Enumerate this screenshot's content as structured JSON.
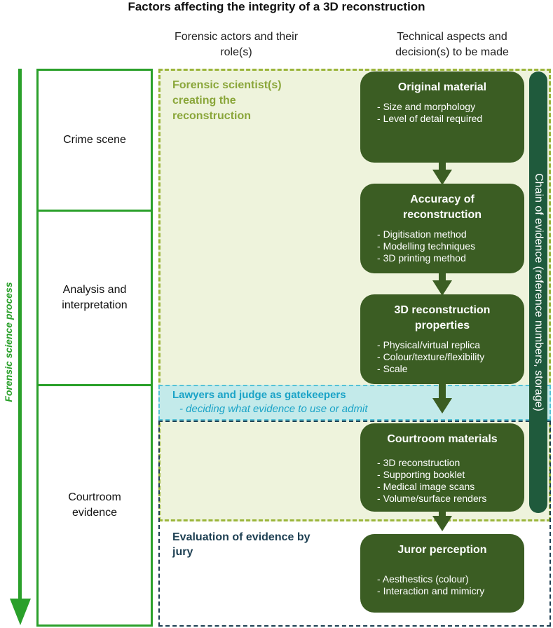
{
  "title": "Factors affecting the integrity of a 3D reconstruction",
  "headers": {
    "actors": "Forensic actors and their role(s)",
    "technical": "Technical aspects and decision(s) to be made"
  },
  "process_label": "Forensic science process",
  "stages": [
    {
      "label": "Crime scene"
    },
    {
      "label": "Analysis and interpretation"
    },
    {
      "label": "Courtroom evidence"
    }
  ],
  "actors": {
    "forensic_scientist": "Forensic scientist(s) creating the reconstruction",
    "lawyers": "Lawyers and judge as gatekeepers",
    "lawyers_sub": "- deciding what evidence to use or admit",
    "jury": "Evaluation of evidence by jury"
  },
  "nodes": [
    {
      "title": "Original material",
      "items": [
        "Size and morphology",
        "Level of detail required"
      ]
    },
    {
      "title": "Accuracy of reconstruction",
      "items": [
        "Digitisation method",
        "Modelling techniques",
        "3D printing method"
      ]
    },
    {
      "title": "3D reconstruction properties",
      "items": [
        "Physical/virtual replica",
        "Colour/texture/flexibility",
        "Scale"
      ]
    },
    {
      "title": "Courtroom materials",
      "items": [
        "3D reconstruction",
        "Supporting booklet",
        "Medical image scans",
        "Volume/surface renders"
      ]
    },
    {
      "title": "Juror perception",
      "items": [
        "Aesthestics (colour)",
        "Interaction and mimicry"
      ]
    }
  ],
  "chain_label": "Chain of evidence (reference numbers, storage)",
  "colors": {
    "process_green": "#2aa02a",
    "forensic_zone_fill": "#eef3dc",
    "forensic_zone_border": "#9bb53a",
    "lawyer_fill": "#c3eaea",
    "lawyer_border": "#55c2d6",
    "lawyer_text": "#1aa3c7",
    "jury_border": "#1d3f52",
    "node_fill": "#3b5d23",
    "chain_fill": "#1f5a3c"
  }
}
